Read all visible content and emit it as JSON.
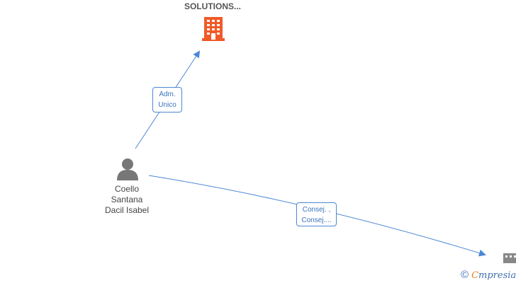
{
  "company_top": {
    "name": "SOLUTIONS...",
    "icon": "building-icon",
    "color": "#f05a28"
  },
  "person": {
    "icon": "person-icon",
    "name_lines": [
      "Coello",
      "Santana",
      "Dacil Isabel"
    ],
    "color": "#777777"
  },
  "edges": {
    "adm": {
      "line1": "Adm.",
      "line2": "Unico"
    },
    "consej": {
      "line1": "Consej. ,",
      "line2": "Consej...."
    },
    "color": "#4a88d6"
  },
  "company_bottom_right": {
    "icon": "building-icon",
    "color": "#888888"
  },
  "watermark": {
    "copyright": "©",
    "brand_first": "C",
    "brand_rest": "mpresia"
  }
}
